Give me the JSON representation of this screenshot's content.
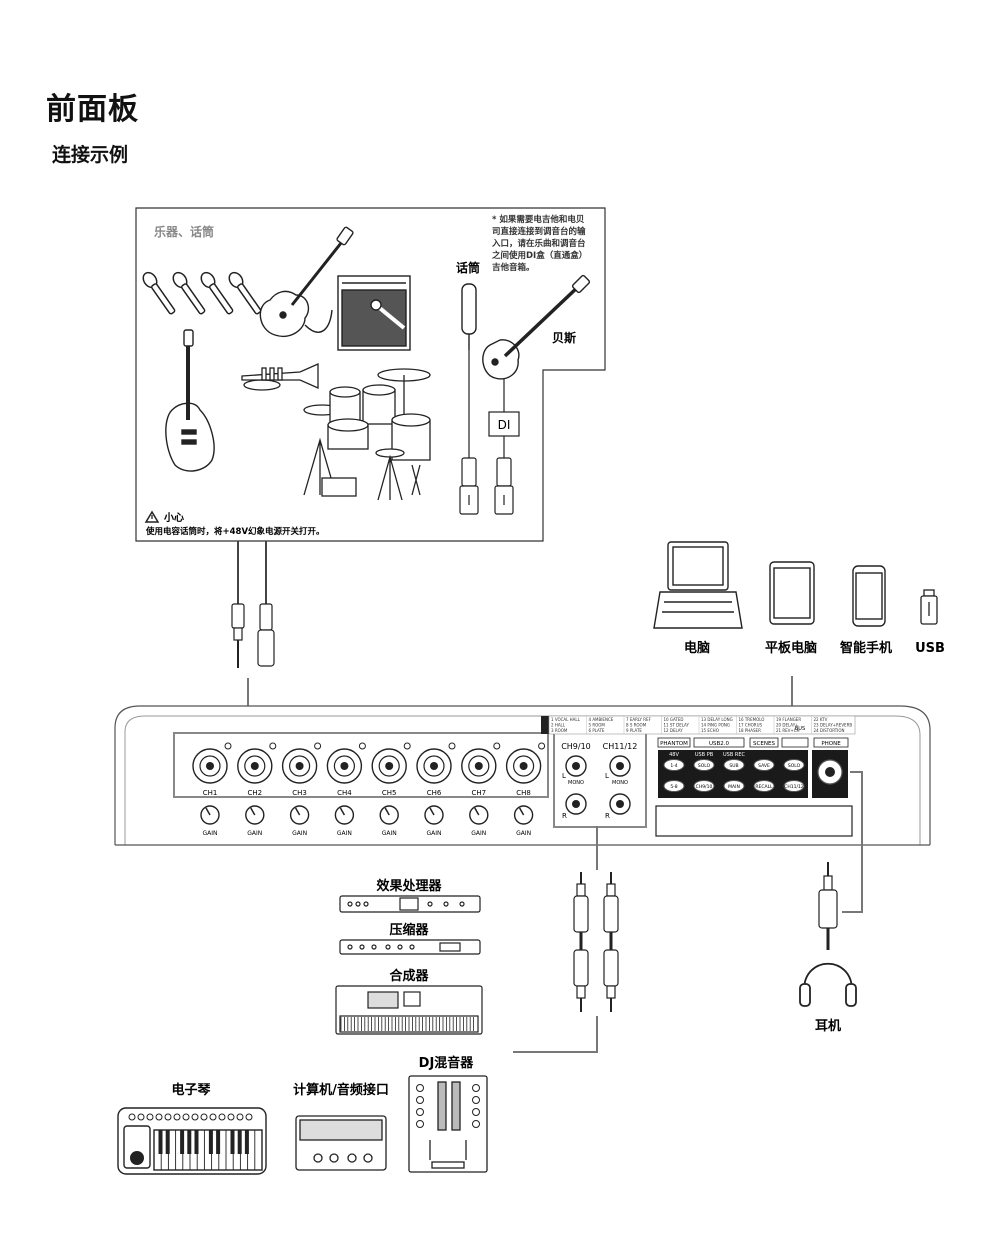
{
  "title": "前面板",
  "subtitle": "连接示例",
  "instruments": {
    "heading": "乐器、话筒",
    "note": [
      "* 如果需要电吉他和电贝",
      "司直接连接到调音台的输",
      "入口，请在乐曲和调音台",
      "之间使用DI盒（直通盒）",
      "吉他音箱。"
    ],
    "mic_label": "话筒",
    "bass_label": "贝斯",
    "di_label": "DI",
    "caution_title": "小心",
    "caution_text": "使用电容话筒时，将+48V幻象电源开关打开。"
  },
  "devices": {
    "computer": "电脑",
    "tablet": "平板电脑",
    "smartphone": "智能手机",
    "usb": "USB"
  },
  "mixer": {
    "channels": [
      "CH1",
      "CH2",
      "CH3",
      "CH4",
      "CH5",
      "CH6",
      "CH7",
      "CH8"
    ],
    "gain_label": "GAIN",
    "stereo_channels": [
      "CH9/10",
      "CH11/12"
    ],
    "mono_label": "MONO",
    "left_label": "L",
    "right_label": "R",
    "effects_list": [
      [
        "1 VOCAL HALL",
        "2 HALL",
        "3 ROOM"
      ],
      [
        "4 AMBIENCE",
        "5 ROOM",
        "6 PLATE"
      ],
      [
        "7 EARLY REF",
        "8 S ROOM",
        "9 PLATE"
      ],
      [
        "10 GATED",
        "11 ST DELAY",
        "12 DELAY"
      ],
      [
        "13 DELAY LONG",
        "14 PING PONG",
        "15 ECHO"
      ],
      [
        "16 TREMOLO",
        "17 CHORUS",
        "18 PHASER"
      ],
      [
        "19 FLANGER",
        "20 DELAY+",
        "21 REV+CH"
      ],
      [
        "22 KTV",
        "23 DELAY+REVERB",
        "24 DISTORTION"
      ]
    ],
    "section_labels": [
      "PHANTOM",
      "USB2.0",
      "SCENES",
      "",
      "PHONE"
    ],
    "phantom_buttons": [
      "48V",
      "1-4",
      "5-8"
    ],
    "usb_pb": {
      "title": "USB PB",
      "buttons": [
        "SOLO",
        "CH9/10"
      ]
    },
    "usb_rec": {
      "title": "USB REC",
      "buttons": [
        "SUB",
        "MAIN"
      ]
    },
    "scene_buttons": [
      "SAVE",
      "RECALL"
    ],
    "return_buttons": [
      "SOLO",
      "CH11/12"
    ],
    "bus_label": "BUS"
  },
  "outboard": {
    "effects_processor": "效果处理器",
    "compressor": "压缩器",
    "synthesizer": "合成器",
    "keyboard": "电子琴",
    "audio_interface": "计算机/音频接口",
    "dj_mixer": "DJ混音器",
    "headphones": "耳机"
  }
}
